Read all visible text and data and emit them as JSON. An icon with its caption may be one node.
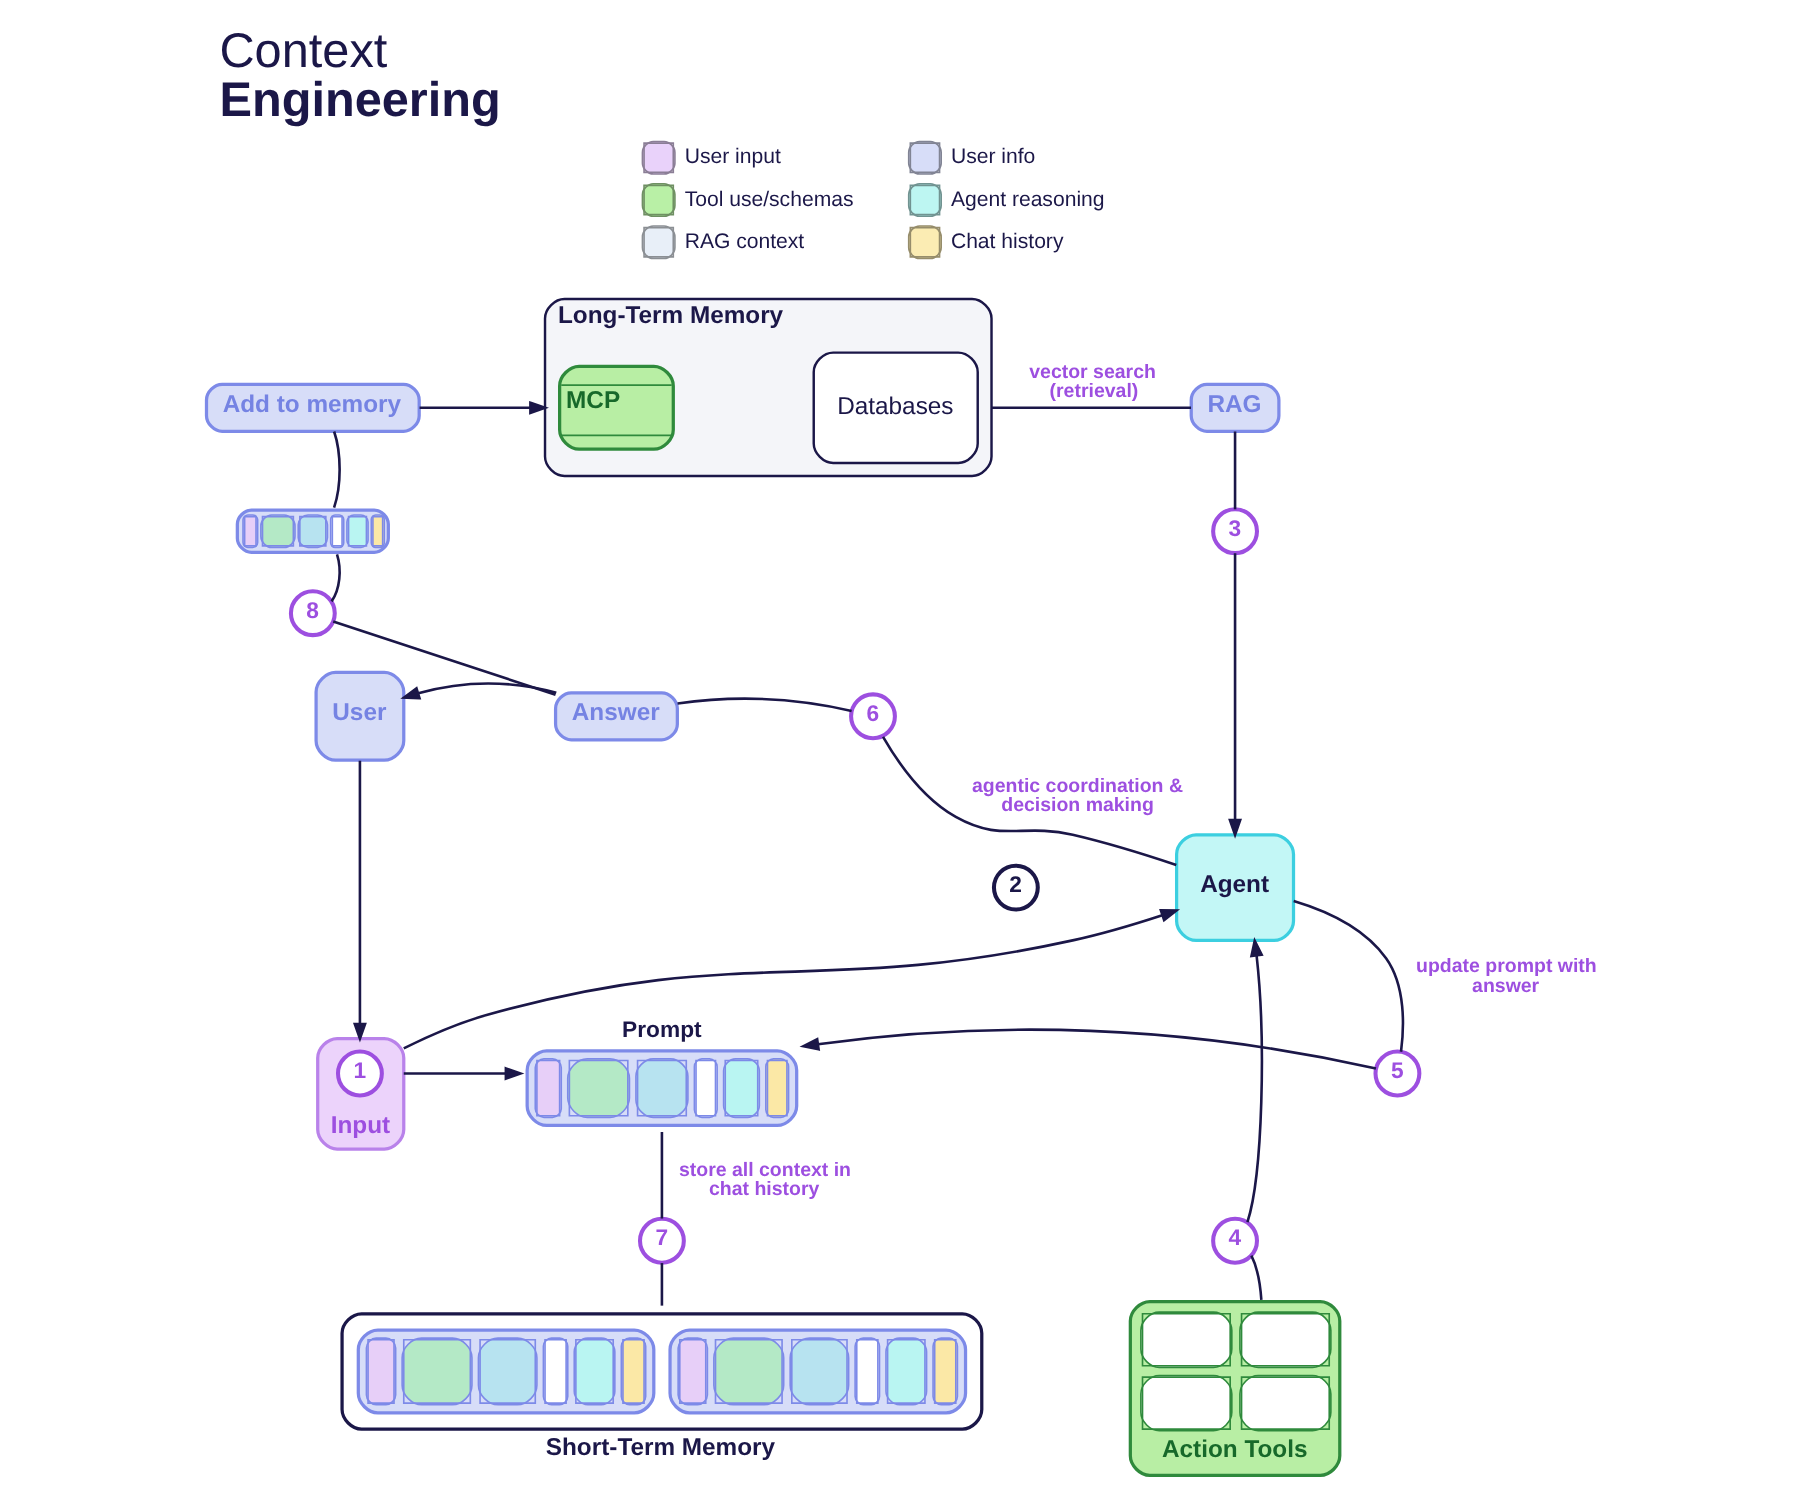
{
  "diagram": {
    "title": "Context Engineering",
    "nodes": [
      {
        "text": [
          "Long-Term Memory"
        ]
      },
      {
        "text": [
          "MCP"
        ],
        "in": 0
      },
      {
        "text": [
          "Databases"
        ],
        "in": 0
      },
      {
        "text": [
          "Add to memory"
        ]
      },
      {
        "text": [
          "RAG"
        ]
      },
      {
        "text": [],
        "shape": "bar"
      },
      {
        "text": [
          "3"
        ]
      },
      {
        "text": [
          "8"
        ]
      },
      {
        "text": [
          "User"
        ]
      },
      {
        "text": [
          "Answer"
        ]
      },
      {
        "text": [
          "6"
        ]
      },
      {
        "text": [
          "2"
        ]
      },
      {
        "text": [
          "Agent"
        ]
      },
      {
        "text": [
          "Input"
        ]
      },
      {
        "text": [
          "1"
        ],
        "in": 13
      },
      {
        "text": [
          "Prompt"
        ]
      },
      {
        "text": [
          "5"
        ]
      },
      {
        "text": [
          "7"
        ]
      },
      {
        "text": [
          "4"
        ]
      },
      {
        "text": [
          "Short-Term Memory"
        ]
      },
      {
        "text": [
          "Action Tools"
        ]
      }
    ],
    "edges": [
      {
        "from": 3,
        "to": 0,
        "arrow": "to"
      },
      {
        "from": 0,
        "to": 4,
        "arrow": "none",
        "label": "vector search (retrieval)"
      },
      {
        "from": 4,
        "to": 6,
        "arrow": "none"
      },
      {
        "from": 6,
        "to": 12,
        "arrow": "to"
      },
      {
        "from": 12,
        "to": 10,
        "arrow": "none",
        "label": "agentic coordination & decision making"
      },
      {
        "from": 10,
        "to": 9,
        "arrow": "none"
      },
      {
        "from": 9,
        "to": 8,
        "arrow": "to"
      },
      {
        "from": 9,
        "to": 7,
        "arrow": "none"
      },
      {
        "from": 7,
        "to": 5,
        "arrow": "none"
      },
      {
        "from": 5,
        "to": 3,
        "arrow": "none"
      },
      {
        "from": 12,
        "to": 16,
        "arrow": "none",
        "label": "update prompt with answer"
      },
      {
        "from": 16,
        "to": 15,
        "arrow": "to"
      },
      {
        "from": 8,
        "to": 13,
        "arrow": "to"
      },
      {
        "from": 13,
        "to": 15,
        "arrow": "to"
      },
      {
        "from": 13,
        "to": 12,
        "arrow": "to"
      },
      {
        "from": 15,
        "to": 17,
        "arrow": "none",
        "label": "store all context in chat history"
      },
      {
        "from": 17,
        "to": 19,
        "arrow": "none"
      },
      {
        "from": 20,
        "to": 18,
        "arrow": "none"
      },
      {
        "from": 18,
        "to": 12,
        "arrow": "to"
      }
    ],
    "legend": [
      {
        "text": "User input",
        "color": "#e9d2fa"
      },
      {
        "text": "User info",
        "color": "#d7ddf8"
      },
      {
        "text": "Tool use/schemas",
        "color": "#b9f0a6"
      },
      {
        "text": "Agent reasoning",
        "color": "#bdf6f2"
      },
      {
        "text": "RAG context",
        "color": "#e8eff8"
      },
      {
        "text": "Chat history",
        "color": "#fbecb3"
      }
    ]
  }
}
